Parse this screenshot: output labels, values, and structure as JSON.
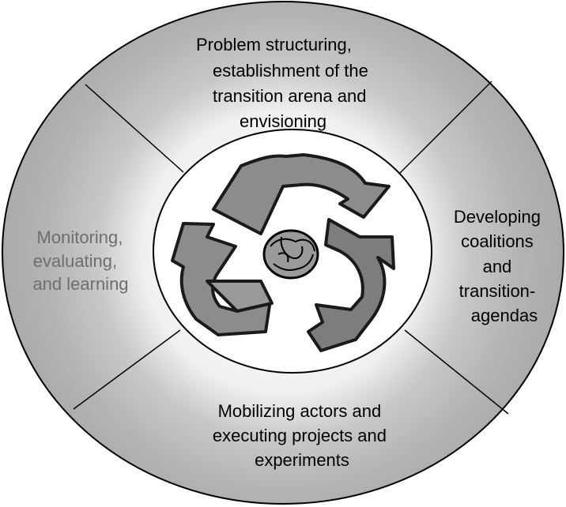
{
  "segments": {
    "top": [
      "Problem structuring,",
      "establishment of the",
      "transition arena and",
      "envisioning"
    ],
    "right": [
      "Developing",
      "coalitions",
      "and",
      "transition-",
      "agendas"
    ],
    "bottom": [
      "Mobilizing actors and",
      "executing projects and",
      "experiments"
    ],
    "left": [
      "Monitoring,",
      "evaluating,",
      "and learning"
    ]
  },
  "colors": {
    "ring_fill": "#b3b3b3",
    "ring_shadow": "#e8e8e8",
    "outline": "#000000",
    "text": "#000000",
    "left_text": "#6e6e6e",
    "arrow_fill": "#8c8c8c",
    "arrow_fill_light": "#a6a6a6",
    "globe_fill": "#9a9a9a"
  },
  "center_icon": "recycle-cycle-icon"
}
